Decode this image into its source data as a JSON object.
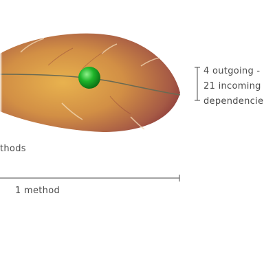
{
  "labels": {
    "methods_partial": "thods",
    "measure": "1 method",
    "dependencies": [
      "4 outgoing -",
      "21 incoming",
      "dependencie"
    ]
  },
  "colors": {
    "feather_edge": "#7d2a35",
    "feather_mid": "#b06a45",
    "feather_core": "#e2a94c",
    "rachis": "#6a6a52",
    "node": "#1fb52a",
    "ink": "#4a4a4a"
  }
}
